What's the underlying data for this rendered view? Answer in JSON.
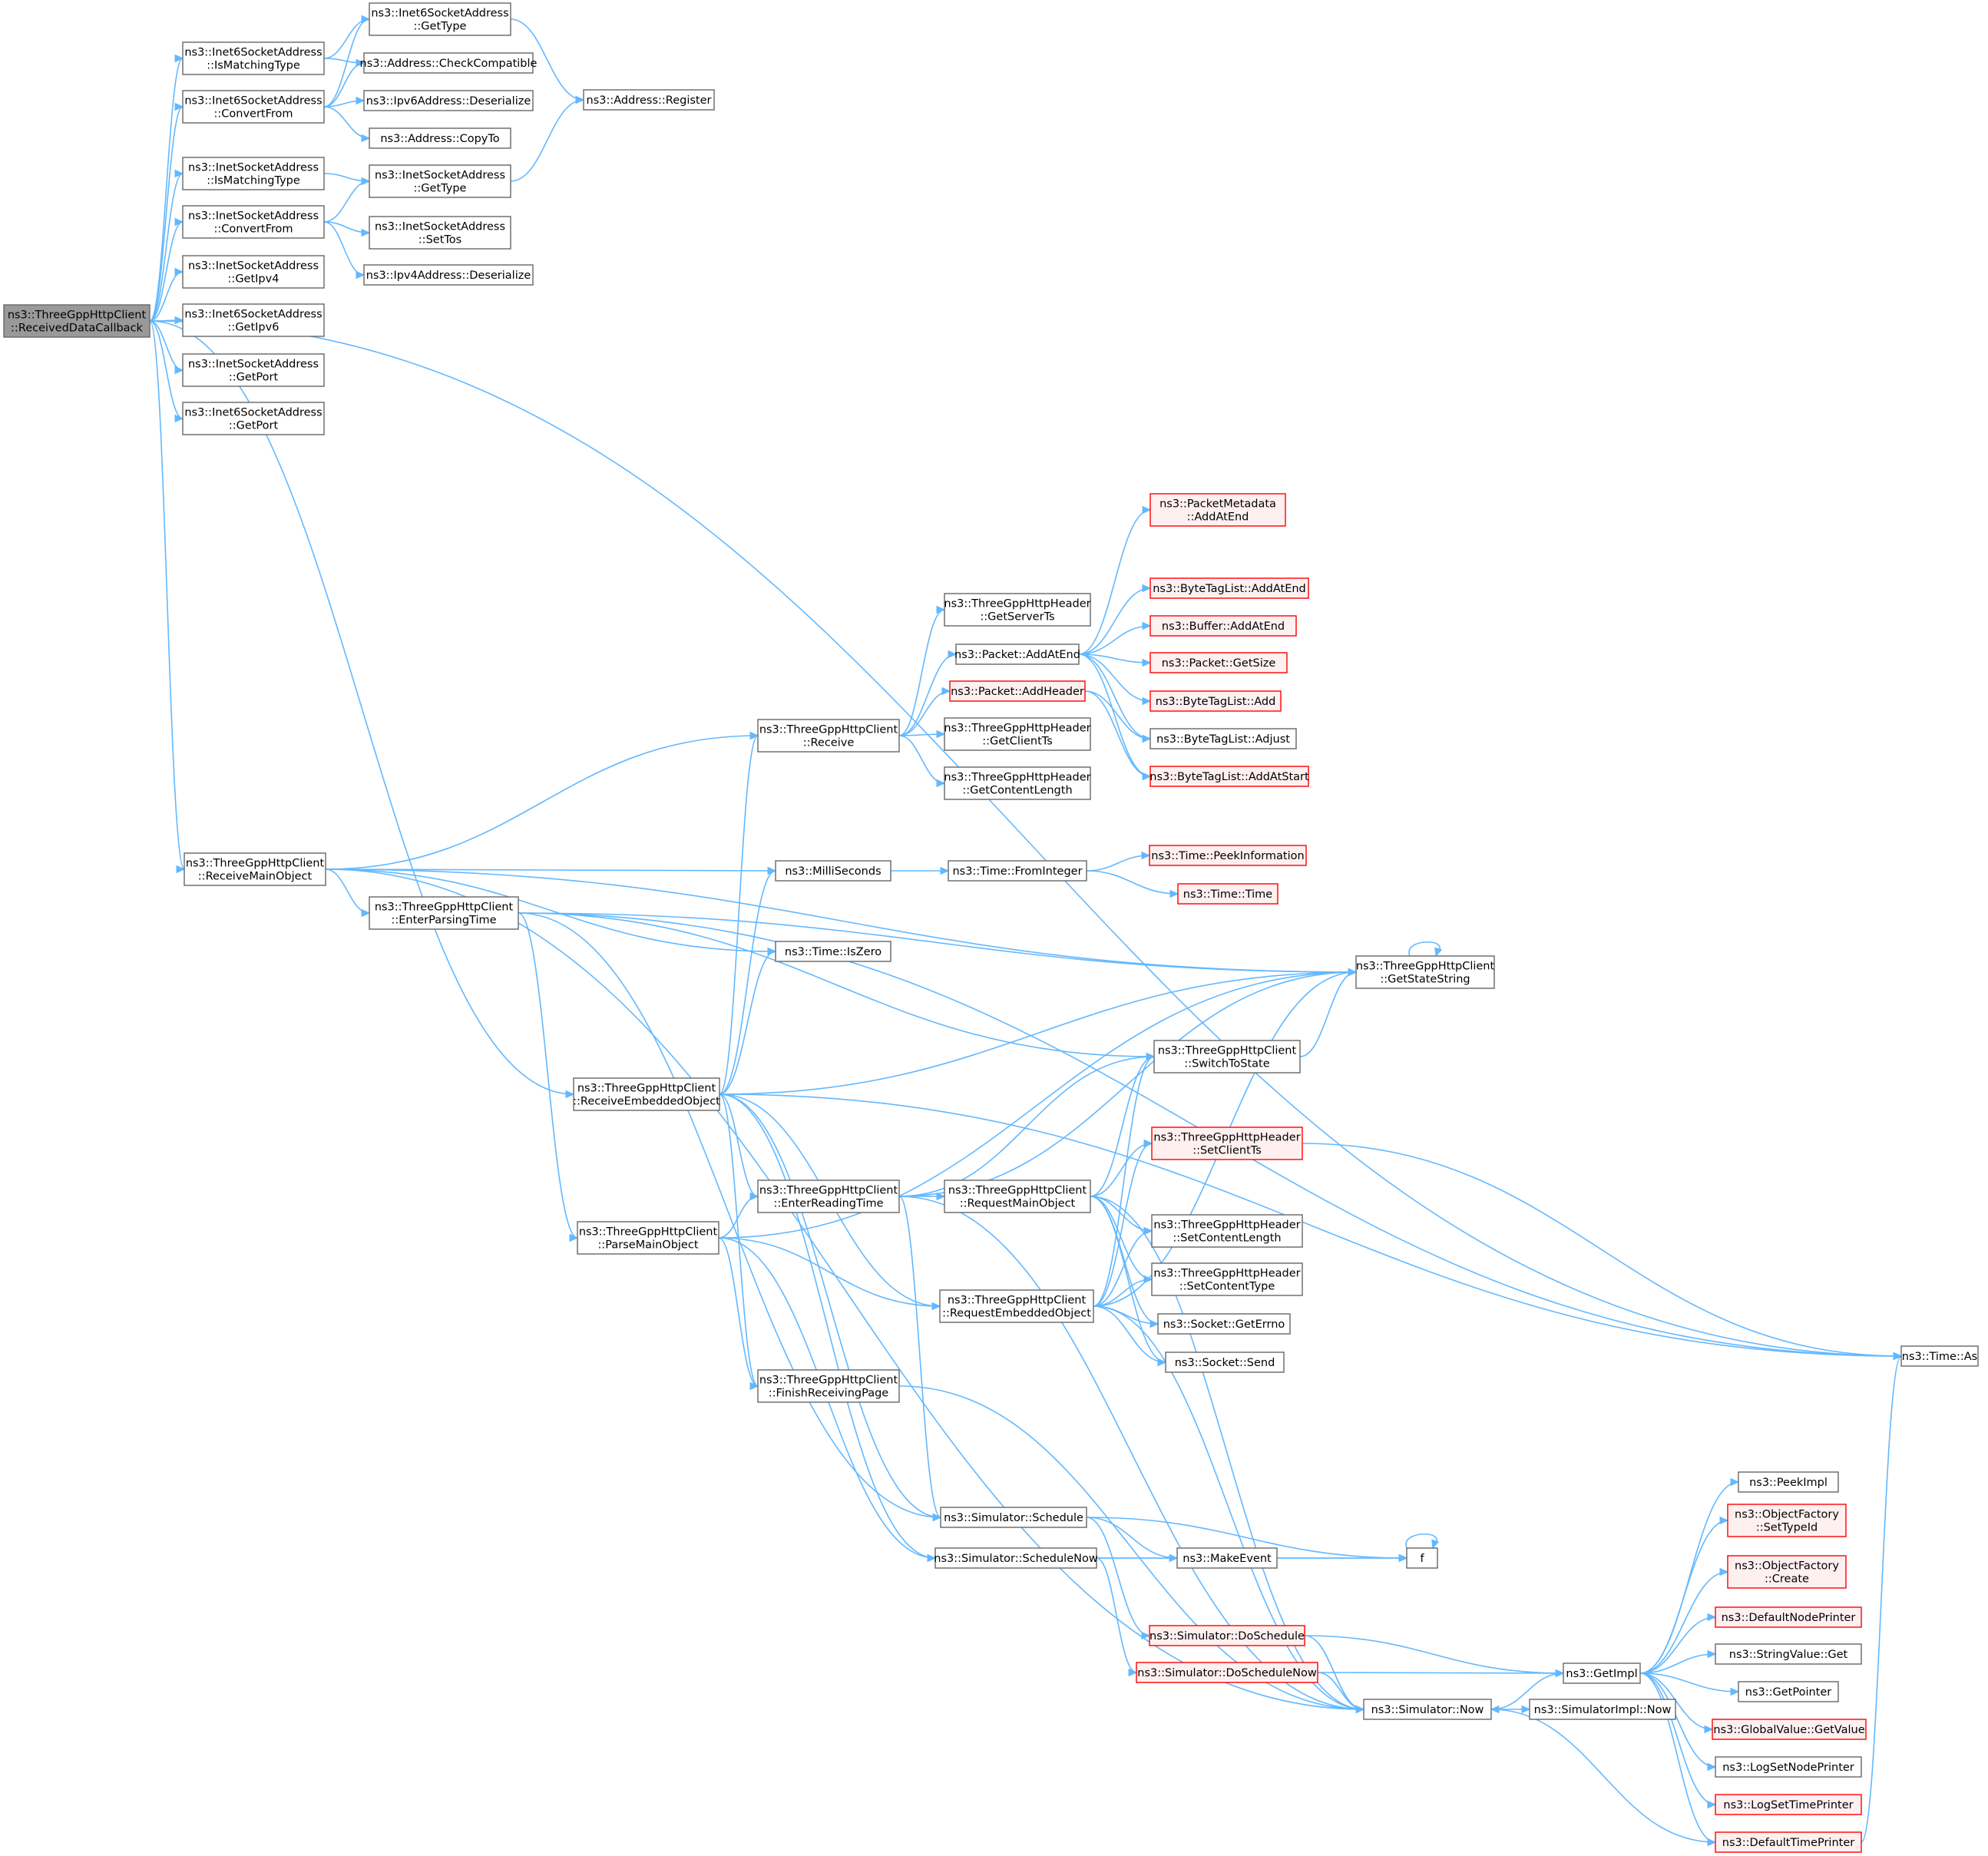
{
  "colors": {
    "edge": "#63b8ff",
    "node_border": "#666666",
    "root_fill": "#999999",
    "truncated_border": "#ff0000"
  },
  "nodes": [
    {
      "id": "root",
      "lines": [
        "ns3::ThreeGppHttpClient",
        "::ReceivedDataCallback"
      ]
    },
    {
      "id": "i6_ismatch",
      "lines": [
        "ns3::Inet6SocketAddress",
        "::IsMatchingType"
      ]
    },
    {
      "id": "i6_conv",
      "lines": [
        "ns3::Inet6SocketAddress",
        "::ConvertFrom"
      ]
    },
    {
      "id": "i4_ismatch",
      "lines": [
        "ns3::InetSocketAddress",
        "::IsMatchingType"
      ]
    },
    {
      "id": "i4_conv",
      "lines": [
        "ns3::InetSocketAddress",
        "::ConvertFrom"
      ]
    },
    {
      "id": "i4_getipv4",
      "lines": [
        "ns3::InetSocketAddress",
        "::GetIpv4"
      ]
    },
    {
      "id": "i6_getipv6",
      "lines": [
        "ns3::Inet6SocketAddress",
        "::GetIpv6"
      ]
    },
    {
      "id": "i4_getport",
      "lines": [
        "ns3::InetSocketAddress",
        "::GetPort"
      ]
    },
    {
      "id": "i6_getport",
      "lines": [
        "ns3::Inet6SocketAddress",
        "::GetPort"
      ]
    },
    {
      "id": "i6_gettype",
      "lines": [
        "ns3::Inet6SocketAddress",
        "::GetType"
      ]
    },
    {
      "id": "addr_check",
      "lines": [
        "ns3::Address::CheckCompatible"
      ]
    },
    {
      "id": "ipv6_deser",
      "lines": [
        "ns3::Ipv6Address::Deserialize"
      ]
    },
    {
      "id": "addr_copyto",
      "lines": [
        "ns3::Address::CopyTo"
      ]
    },
    {
      "id": "i4_gettype",
      "lines": [
        "ns3::InetSocketAddress",
        "::GetType"
      ]
    },
    {
      "id": "i4_settos",
      "lines": [
        "ns3::InetSocketAddress",
        "::SetTos"
      ]
    },
    {
      "id": "ipv4_deser",
      "lines": [
        "ns3::Ipv4Address::Deserialize"
      ]
    },
    {
      "id": "addr_register",
      "lines": [
        "ns3::Address::Register"
      ]
    },
    {
      "id": "recv_main",
      "lines": [
        "ns3::ThreeGppHttpClient",
        "::ReceiveMainObject"
      ]
    },
    {
      "id": "recv_emb",
      "lines": [
        "ns3::ThreeGppHttpClient",
        "::ReceiveEmbeddedObject"
      ]
    },
    {
      "id": "enter_parsing",
      "lines": [
        "ns3::ThreeGppHttpClient",
        "::EnterParsingTime"
      ]
    },
    {
      "id": "parse_main",
      "lines": [
        "ns3::ThreeGppHttpClient",
        "::ParseMainObject"
      ]
    },
    {
      "id": "receive",
      "lines": [
        "ns3::ThreeGppHttpClient",
        "::Receive"
      ]
    },
    {
      "id": "millis",
      "lines": [
        "ns3::MilliSeconds"
      ]
    },
    {
      "id": "iszero",
      "lines": [
        "ns3::Time::IsZero"
      ]
    },
    {
      "id": "enter_reading",
      "lines": [
        "ns3::ThreeGppHttpClient",
        "::EnterReadingTime"
      ]
    },
    {
      "id": "finish_page",
      "lines": [
        "ns3::ThreeGppHttpClient",
        "::FinishReceivingPage"
      ]
    },
    {
      "id": "sim_schedule",
      "lines": [
        "ns3::Simulator::Schedule"
      ]
    },
    {
      "id": "sim_schednow",
      "lines": [
        "ns3::Simulator::ScheduleNow"
      ]
    },
    {
      "id": "hdr_serverts",
      "lines": [
        "ns3::ThreeGppHttpHeader",
        "::GetServerTs"
      ]
    },
    {
      "id": "pkt_addatend",
      "lines": [
        "ns3::Packet::AddAtEnd"
      ]
    },
    {
      "id": "pkt_addheader",
      "lines": [
        "ns3::Packet::AddHeader"
      ],
      "truncated": true
    },
    {
      "id": "hdr_clientts",
      "lines": [
        "ns3::ThreeGppHttpHeader",
        "::GetClientTs"
      ]
    },
    {
      "id": "hdr_contlen",
      "lines": [
        "ns3::ThreeGppHttpHeader",
        "::GetContentLength"
      ]
    },
    {
      "id": "time_fromint",
      "lines": [
        "ns3::Time::FromInteger"
      ]
    },
    {
      "id": "req_main",
      "lines": [
        "ns3::ThreeGppHttpClient",
        "::RequestMainObject"
      ]
    },
    {
      "id": "req_emb",
      "lines": [
        "ns3::ThreeGppHttpClient",
        "::RequestEmbeddedObject"
      ]
    },
    {
      "id": "make_event",
      "lines": [
        "ns3::MakeEvent"
      ]
    },
    {
      "id": "do_schedule",
      "lines": [
        "ns3::Simulator::DoSchedule"
      ],
      "truncated": true
    },
    {
      "id": "do_schednow",
      "lines": [
        "ns3::Simulator::DoScheduleNow"
      ],
      "truncated": true
    },
    {
      "id": "pmeta_addatend",
      "lines": [
        "ns3::PacketMetadata",
        "::AddAtEnd"
      ],
      "truncated": true
    },
    {
      "id": "btl_addatend",
      "lines": [
        "ns3::ByteTagList::AddAtEnd"
      ],
      "truncated": true
    },
    {
      "id": "buf_addatend",
      "lines": [
        "ns3::Buffer::AddAtEnd"
      ],
      "truncated": true
    },
    {
      "id": "pkt_getsize",
      "lines": [
        "ns3::Packet::GetSize"
      ],
      "truncated": true
    },
    {
      "id": "btl_add",
      "lines": [
        "ns3::ByteTagList::Add"
      ],
      "truncated": true
    },
    {
      "id": "btl_adjust",
      "lines": [
        "ns3::ByteTagList::Adjust"
      ]
    },
    {
      "id": "btl_addatstart",
      "lines": [
        "ns3::ByteTagList::AddAtStart"
      ],
      "truncated": true
    },
    {
      "id": "time_peek",
      "lines": [
        "ns3::Time::PeekInformation"
      ],
      "truncated": true
    },
    {
      "id": "time_time",
      "lines": [
        "ns3::Time::Time"
      ],
      "truncated": true
    },
    {
      "id": "switch_state",
      "lines": [
        "ns3::ThreeGppHttpClient",
        "::SwitchToState"
      ]
    },
    {
      "id": "hdr_setclientts",
      "lines": [
        "ns3::ThreeGppHttpHeader",
        "::SetClientTs"
      ],
      "truncated": true
    },
    {
      "id": "hdr_setcontlen",
      "lines": [
        "ns3::ThreeGppHttpHeader",
        "::SetContentLength"
      ]
    },
    {
      "id": "hdr_setconttype",
      "lines": [
        "ns3::ThreeGppHttpHeader",
        "::SetContentType"
      ]
    },
    {
      "id": "sock_errno",
      "lines": [
        "ns3::Socket::GetErrno"
      ]
    },
    {
      "id": "sock_send",
      "lines": [
        "ns3::Socket::Send"
      ]
    },
    {
      "id": "f",
      "lines": [
        "f"
      ]
    },
    {
      "id": "sim_now",
      "lines": [
        "ns3::Simulator::Now"
      ]
    },
    {
      "id": "get_state_str",
      "lines": [
        "ns3::ThreeGppHttpClient",
        "::GetStateString"
      ]
    },
    {
      "id": "get_impl",
      "lines": [
        "ns3::GetImpl"
      ]
    },
    {
      "id": "simimpl_now",
      "lines": [
        "ns3::SimulatorImpl::Now"
      ]
    },
    {
      "id": "peek_impl",
      "lines": [
        "ns3::PeekImpl"
      ]
    },
    {
      "id": "of_settypeid",
      "lines": [
        "ns3::ObjectFactory",
        "::SetTypeId"
      ],
      "truncated": true
    },
    {
      "id": "of_create",
      "lines": [
        "ns3::ObjectFactory",
        "::Create"
      ],
      "truncated": true
    },
    {
      "id": "def_node_printer",
      "lines": [
        "ns3::DefaultNodePrinter"
      ],
      "truncated": true
    },
    {
      "id": "strval_get",
      "lines": [
        "ns3::StringValue::Get"
      ]
    },
    {
      "id": "get_pointer",
      "lines": [
        "ns3::GetPointer"
      ]
    },
    {
      "id": "gv_getvalue",
      "lines": [
        "ns3::GlobalValue::GetValue"
      ],
      "truncated": true
    },
    {
      "id": "log_node_printer",
      "lines": [
        "ns3::LogSetNodePrinter"
      ]
    },
    {
      "id": "log_time_printer",
      "lines": [
        "ns3::LogSetTimePrinter"
      ],
      "truncated": true
    },
    {
      "id": "def_time_printer",
      "lines": [
        "ns3::DefaultTimePrinter"
      ],
      "truncated": true
    },
    {
      "id": "time_as",
      "lines": [
        "ns3::Time::As"
      ]
    }
  ],
  "edges": [
    [
      "root",
      "i6_ismatch"
    ],
    [
      "root",
      "i6_conv"
    ],
    [
      "root",
      "i4_ismatch"
    ],
    [
      "root",
      "i4_conv"
    ],
    [
      "root",
      "i4_getipv4"
    ],
    [
      "root",
      "i6_getipv6"
    ],
    [
      "root",
      "i4_getport"
    ],
    [
      "root",
      "i6_getport"
    ],
    [
      "root",
      "time_as"
    ],
    [
      "root",
      "recv_main"
    ],
    [
      "root",
      "recv_emb"
    ],
    [
      "i6_ismatch",
      "i6_gettype"
    ],
    [
      "i6_ismatch",
      "addr_check"
    ],
    [
      "i6_conv",
      "i6_gettype"
    ],
    [
      "i6_conv",
      "addr_check"
    ],
    [
      "i6_conv",
      "ipv6_deser"
    ],
    [
      "i6_conv",
      "addr_copyto"
    ],
    [
      "i6_gettype",
      "addr_register"
    ],
    [
      "i4_gettype",
      "addr_register"
    ],
    [
      "i4_ismatch",
      "i4_gettype"
    ],
    [
      "i4_conv",
      "i4_gettype"
    ],
    [
      "i4_conv",
      "i4_settos"
    ],
    [
      "i4_conv",
      "ipv4_deser"
    ],
    [
      "recv_main",
      "get_state_str"
    ],
    [
      "recv_main",
      "receive"
    ],
    [
      "recv_main",
      "millis"
    ],
    [
      "recv_main",
      "enter_parsing"
    ],
    [
      "recv_main",
      "iszero"
    ],
    [
      "recv_main",
      "sim_now"
    ],
    [
      "enter_parsing",
      "time_as"
    ],
    [
      "enter_parsing",
      "get_state_str"
    ],
    [
      "enter_parsing",
      "switch_state"
    ],
    [
      "enter_parsing",
      "parse_main"
    ],
    [
      "enter_parsing",
      "sim_schedule"
    ],
    [
      "recv_emb",
      "receive"
    ],
    [
      "recv_emb",
      "millis"
    ],
    [
      "recv_emb",
      "iszero"
    ],
    [
      "recv_emb",
      "get_state_str"
    ],
    [
      "recv_emb",
      "enter_reading"
    ],
    [
      "recv_emb",
      "finish_page"
    ],
    [
      "recv_emb",
      "req_emb"
    ],
    [
      "recv_emb",
      "sim_schedule"
    ],
    [
      "recv_emb",
      "sim_schednow"
    ],
    [
      "recv_emb",
      "time_as"
    ],
    [
      "parse_main",
      "get_state_str"
    ],
    [
      "parse_main",
      "enter_reading"
    ],
    [
      "parse_main",
      "req_emb"
    ],
    [
      "parse_main",
      "finish_page"
    ],
    [
      "parse_main",
      "sim_schednow"
    ],
    [
      "receive",
      "hdr_serverts"
    ],
    [
      "receive",
      "pkt_addatend"
    ],
    [
      "receive",
      "pkt_addheader"
    ],
    [
      "receive",
      "hdr_clientts"
    ],
    [
      "receive",
      "hdr_contlen"
    ],
    [
      "pkt_addatend",
      "pmeta_addatend"
    ],
    [
      "pkt_addatend",
      "btl_addatend"
    ],
    [
      "pkt_addatend",
      "buf_addatend"
    ],
    [
      "pkt_addatend",
      "pkt_getsize"
    ],
    [
      "pkt_addatend",
      "btl_add"
    ],
    [
      "pkt_addatend",
      "btl_adjust"
    ],
    [
      "pkt_addatend",
      "btl_addatstart"
    ],
    [
      "pkt_addheader",
      "btl_adjust"
    ],
    [
      "pkt_addheader",
      "btl_addatstart"
    ],
    [
      "millis",
      "time_fromint"
    ],
    [
      "time_fromint",
      "time_peek"
    ],
    [
      "time_fromint",
      "time_time"
    ],
    [
      "enter_reading",
      "get_state_str"
    ],
    [
      "enter_reading",
      "switch_state"
    ],
    [
      "enter_reading",
      "req_main"
    ],
    [
      "enter_reading",
      "sim_schedule"
    ],
    [
      "enter_reading",
      "sim_now"
    ],
    [
      "req_main",
      "switch_state"
    ],
    [
      "req_main",
      "hdr_setclientts"
    ],
    [
      "req_main",
      "hdr_setcontlen"
    ],
    [
      "req_main",
      "hdr_setconttype"
    ],
    [
      "req_main",
      "sock_errno"
    ],
    [
      "req_main",
      "sock_send"
    ],
    [
      "req_main",
      "sim_now"
    ],
    [
      "req_emb",
      "switch_state"
    ],
    [
      "req_emb",
      "hdr_setclientts"
    ],
    [
      "req_emb",
      "hdr_setcontlen"
    ],
    [
      "req_emb",
      "hdr_setconttype"
    ],
    [
      "req_emb",
      "sock_errno"
    ],
    [
      "req_emb",
      "sock_send"
    ],
    [
      "req_emb",
      "get_state_str"
    ],
    [
      "req_emb",
      "sim_now"
    ],
    [
      "switch_state",
      "get_state_str"
    ],
    [
      "get_state_str",
      "get_state_str"
    ],
    [
      "hdr_setclientts",
      "time_as"
    ],
    [
      "finish_page",
      "sim_now"
    ],
    [
      "sim_schedule",
      "make_event"
    ],
    [
      "sim_schedule",
      "f"
    ],
    [
      "sim_schedule",
      "do_schedule"
    ],
    [
      "sim_schednow",
      "make_event"
    ],
    [
      "sim_schednow",
      "f"
    ],
    [
      "sim_schednow",
      "do_schednow"
    ],
    [
      "make_event",
      "f"
    ],
    [
      "f",
      "f"
    ],
    [
      "do_schedule",
      "get_impl"
    ],
    [
      "do_schedule",
      "sim_now"
    ],
    [
      "do_schednow",
      "get_impl"
    ],
    [
      "do_schednow",
      "sim_now"
    ],
    [
      "sim_now",
      "get_impl"
    ],
    [
      "sim_now",
      "simimpl_now"
    ],
    [
      "get_impl",
      "peek_impl"
    ],
    [
      "get_impl",
      "of_settypeid"
    ],
    [
      "get_impl",
      "of_create"
    ],
    [
      "get_impl",
      "def_node_printer"
    ],
    [
      "get_impl",
      "strval_get"
    ],
    [
      "get_impl",
      "get_pointer"
    ],
    [
      "get_impl",
      "gv_getvalue"
    ],
    [
      "get_impl",
      "log_node_printer"
    ],
    [
      "get_impl",
      "log_time_printer"
    ],
    [
      "get_impl",
      "def_time_printer"
    ],
    [
      "def_time_printer",
      "sim_now"
    ],
    [
      "def_time_printer",
      "time_as"
    ]
  ]
}
